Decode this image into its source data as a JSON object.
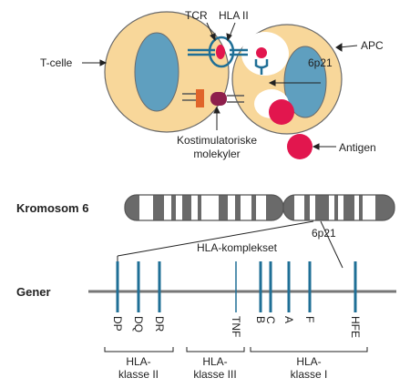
{
  "labels": {
    "t_cell": "T-celle",
    "tcr": "TCR",
    "hla_ii": "HLA II",
    "apc": "APC",
    "locus_top": "6p21",
    "costim_line1": "Kostimulatoriske",
    "costim_line2": "molekyler",
    "antigen": "Antigen",
    "chromosome": "Kromosom 6",
    "locus_chrom": "6p21",
    "complex": "HLA-komplekset",
    "genes_row": "Gener"
  },
  "genes": [
    "DP",
    "DQ",
    "DR",
    "TNF",
    "B",
    "C",
    "A",
    "F",
    "HFE"
  ],
  "classes": [
    {
      "line1": "HLA-",
      "line2": "klasse II"
    },
    {
      "line1": "HLA-",
      "line2": "klasse III"
    },
    {
      "line1": "HLA-",
      "line2": "klasse I"
    }
  ],
  "colors": {
    "cell_fill": "#f8d79a",
    "nucleus_fill": "#5f9fbf",
    "gene_line": "#1f6f96",
    "antigen_red": "#e2164e",
    "costim_orange": "#e0642a",
    "costim_maroon": "#8e1f4c",
    "chromosome_line": "#777777"
  }
}
